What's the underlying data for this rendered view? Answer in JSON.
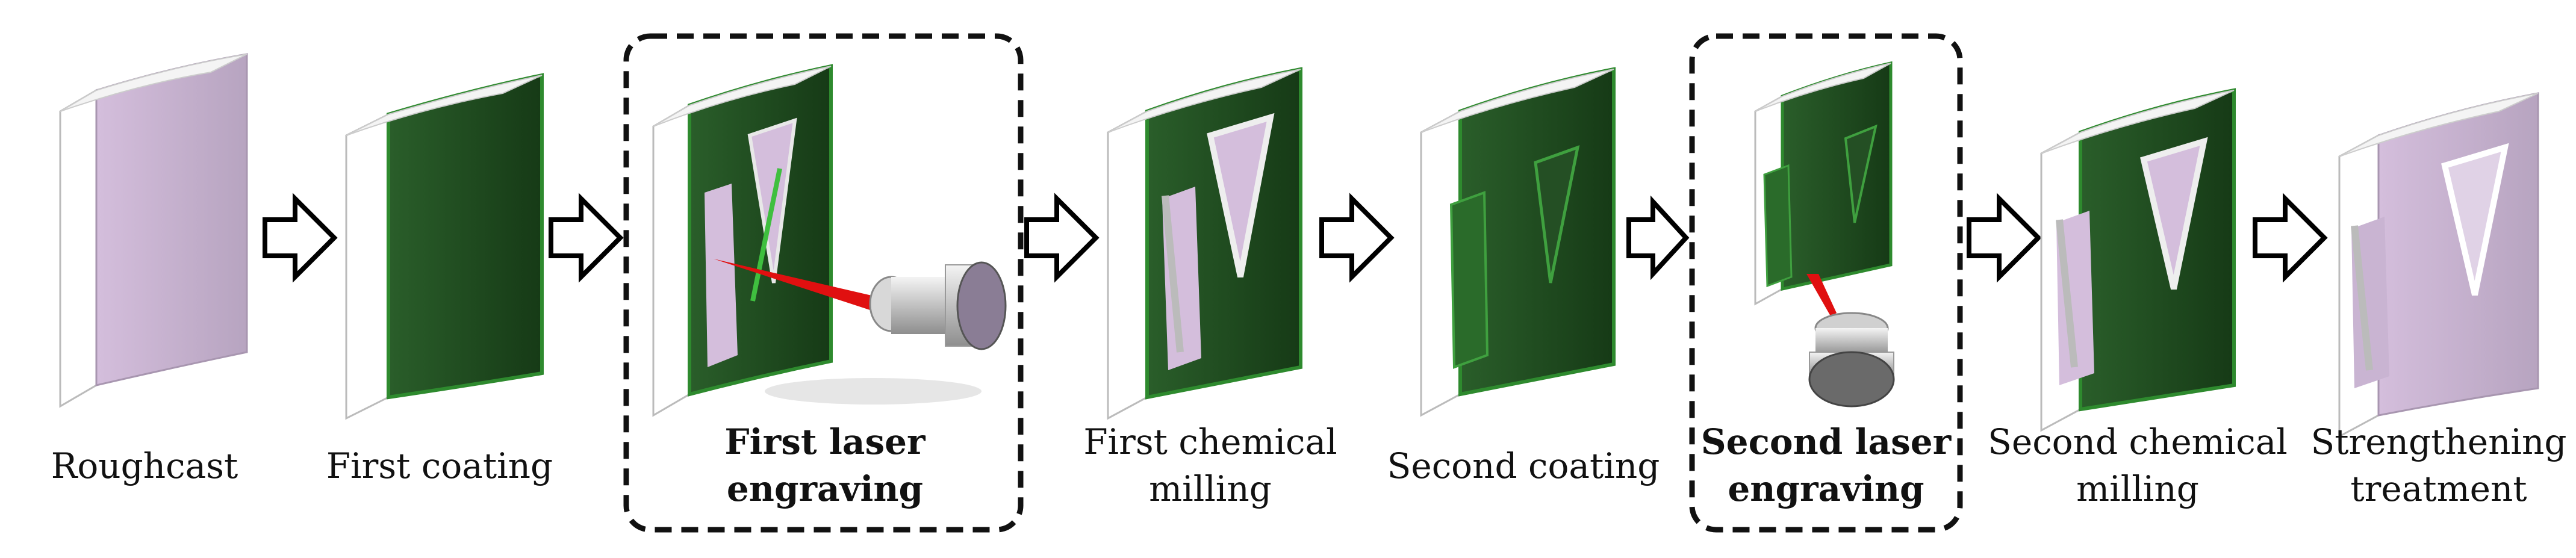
{
  "stages": [
    {
      "id": "roughcast",
      "lines": [
        "Roughcast"
      ],
      "bold": false
    },
    {
      "id": "first-coating",
      "lines": [
        "First coating"
      ],
      "bold": false
    },
    {
      "id": "first-laser-engraving",
      "lines": [
        "First laser",
        "engraving"
      ],
      "bold": true,
      "highlighted": true
    },
    {
      "id": "first-chemical-milling",
      "lines": [
        "First chemical",
        "milling"
      ],
      "bold": false
    },
    {
      "id": "second-coating",
      "lines": [
        "Second coating"
      ],
      "bold": false
    },
    {
      "id": "second-laser-engraving",
      "lines": [
        "Second laser",
        "engraving"
      ],
      "bold": true,
      "highlighted": true
    },
    {
      "id": "second-chemical-milling",
      "lines": [
        "Second chemical",
        "milling"
      ],
      "bold": false
    },
    {
      "id": "strengthening-treatment",
      "lines": [
        "Strengthening",
        "treatment"
      ],
      "bold": false
    }
  ],
  "colors": {
    "mask_green": "#1f4d1f",
    "mask_green_light": "#2e7d2e",
    "metal_lavender": "#d9c6e0",
    "metal_white": "#ffffff",
    "laser_red": "#e01010",
    "arrow_stroke": "#000000",
    "highlight_border": "#000000"
  },
  "icons": {
    "process_arrow": "hollow-right-arrow",
    "laser_head": "laser-nozzle-icon"
  }
}
